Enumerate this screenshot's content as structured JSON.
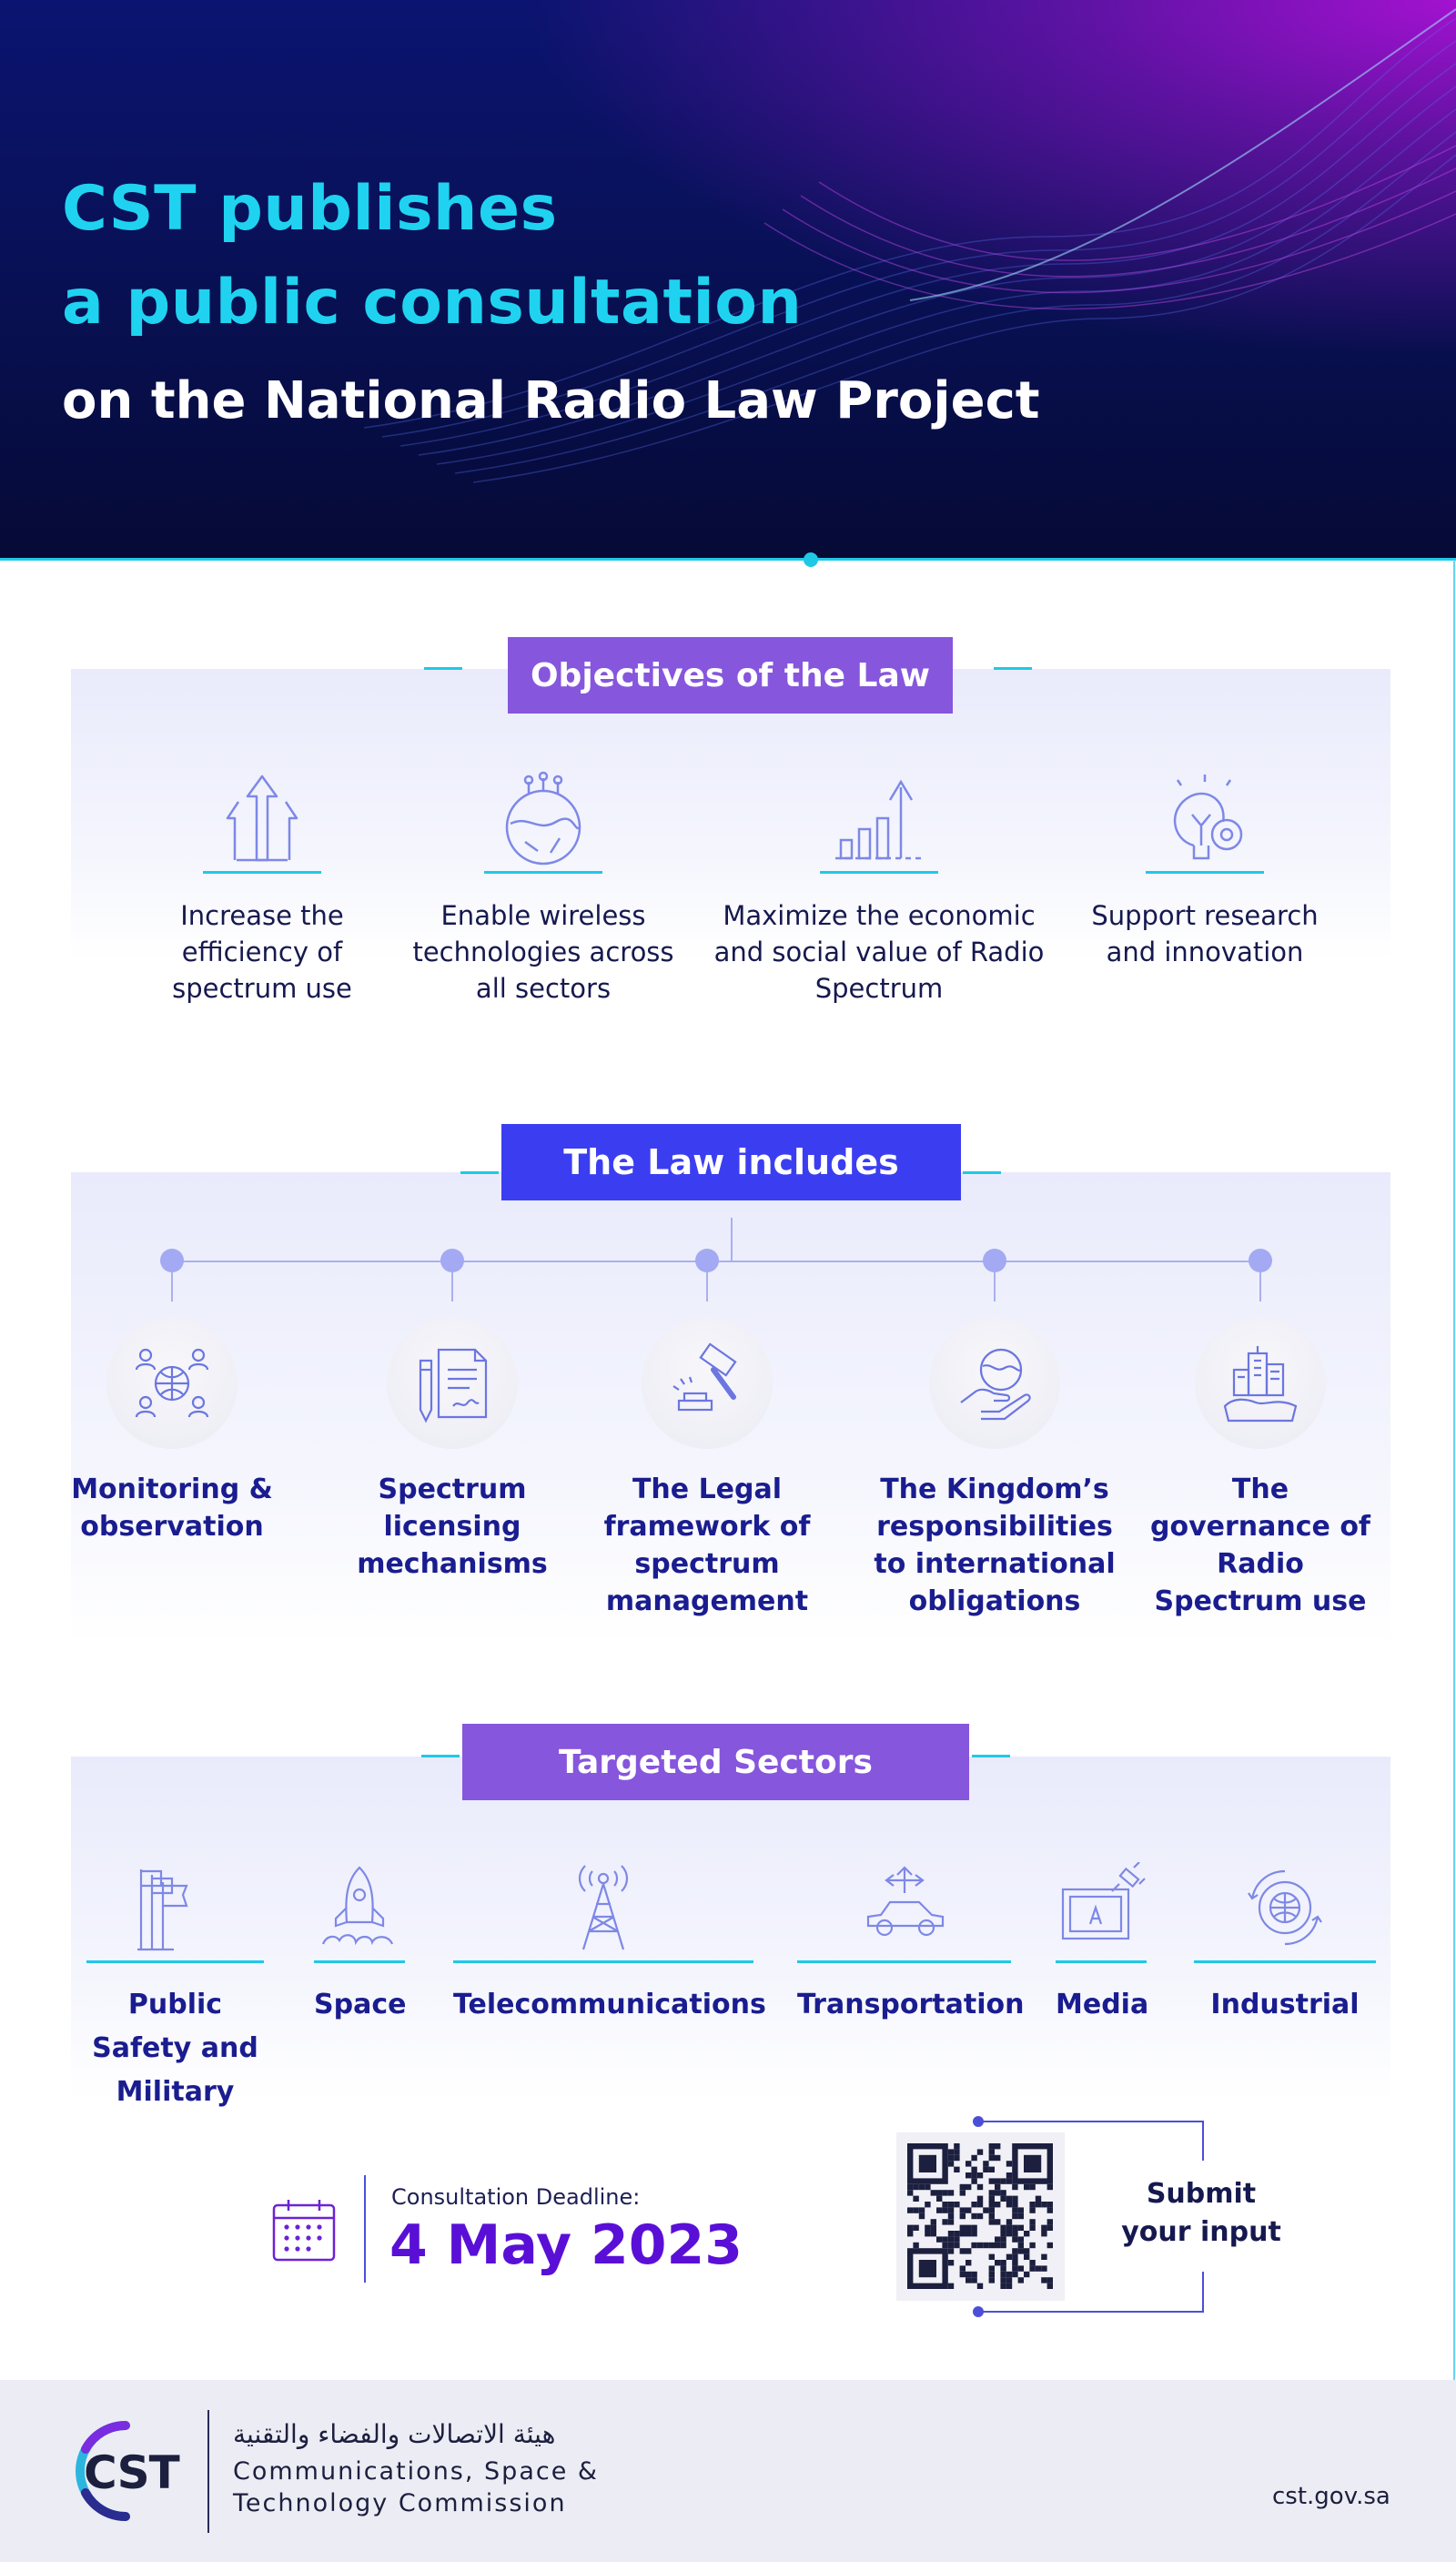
{
  "hero": {
    "line1": "CST publishes",
    "line2": "a public consultation",
    "line3": "on the National Radio Law Project"
  },
  "objectives": {
    "title": "Objectives of the Law",
    "items": [
      {
        "icon": "arrows-up-icon",
        "text": "Increase the efficiency of spectrum use"
      },
      {
        "icon": "circuit-globe-icon",
        "text": "Enable wireless technologies across all sectors"
      },
      {
        "icon": "growth-chart-icon",
        "text": "Maximize the economic and social value of Radio Spectrum"
      },
      {
        "icon": "idea-gear-icon",
        "text": "Support research and innovation"
      }
    ]
  },
  "law": {
    "title": "The Law includes",
    "items": [
      {
        "icon": "people-globe-icon",
        "text": "Monitoring & observation"
      },
      {
        "icon": "document-pen-icon",
        "text": "Spectrum licensing mechanisms"
      },
      {
        "icon": "gavel-icon",
        "text": "The Legal framework of spectrum management"
      },
      {
        "icon": "hand-globe-icon",
        "text": "The Kingdom’s responsibilities to international obligations"
      },
      {
        "icon": "city-icon",
        "text": "The governance of Radio Spectrum use"
      }
    ]
  },
  "sectors": {
    "title": "Targeted Sectors",
    "items": [
      {
        "icon": "flags-icon",
        "text": "Public Safety and Military"
      },
      {
        "icon": "rocket-icon",
        "text": "Space"
      },
      {
        "icon": "antenna-tower-icon",
        "text": "Telecommunications"
      },
      {
        "icon": "car-icon",
        "text": "Transportation"
      },
      {
        "icon": "satellite-screen-icon",
        "text": "Media"
      },
      {
        "icon": "industrial-gear-icon",
        "text": "Industrial"
      }
    ]
  },
  "deadline": {
    "label": "Consultation Deadline:",
    "date": "4 May 2023",
    "icon": "calendar-icon"
  },
  "submit": {
    "text": "Submit your input",
    "qr": "qr-code"
  },
  "footer": {
    "logo": "CST",
    "name_ar": "هيئة الاتصالات والفضاء والتقنية",
    "name_en_1": "Communications, Space &",
    "name_en_2": "Technology Commission",
    "url": "cst.gov.sa"
  },
  "colors": {
    "cyan": "#1fc9e6",
    "purple": "#8656dd",
    "blue": "#3b3ef0",
    "navy": "#1a1d8f",
    "date": "#5a0fd6"
  }
}
